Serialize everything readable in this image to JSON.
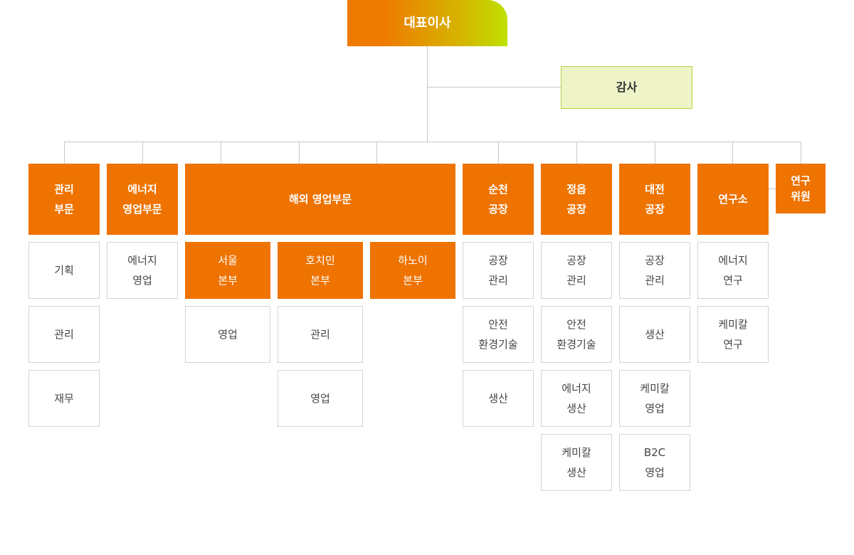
{
  "ceo": "대표이사",
  "audit": "감사",
  "departments": {
    "admin": "관리\n부문",
    "energy_sales": "에너지\n영업부문",
    "overseas": "해외 영업부문",
    "suncheon": "순천\n공장",
    "jeongeup": "정읍\n공장",
    "daejeon": "대전\n공장",
    "lab": "연구소",
    "research_committee": "연구\n위원"
  },
  "overseas_hq": {
    "seoul": "서울\n본부",
    "hochiminh": "호치민\n본부",
    "hanoi": "하노이\n본부"
  },
  "teams": {
    "admin": [
      "기획",
      "관리",
      "재무"
    ],
    "energy_sales": [
      "에너지\n영업"
    ],
    "seoul": [
      "영업"
    ],
    "hochiminh": [
      "관리",
      "영업"
    ],
    "suncheon": [
      "공장\n관리",
      "안전\n환경기술",
      "생산"
    ],
    "jeongeup": [
      "공장\n관리",
      "안전\n환경기술",
      "에너지\n생산",
      "케미칼\n생산"
    ],
    "daejeon": [
      "공장\n관리",
      "생산",
      "케미칼\n영업",
      "B2C\n영업"
    ],
    "lab": [
      "에너지\n연구",
      "케미칼\n연구"
    ]
  },
  "colors": {
    "dept_orange": "#ee7300",
    "audit_fill": "#eef3c8",
    "audit_border": "#b9cf3c",
    "line": "#c8c8c8"
  }
}
